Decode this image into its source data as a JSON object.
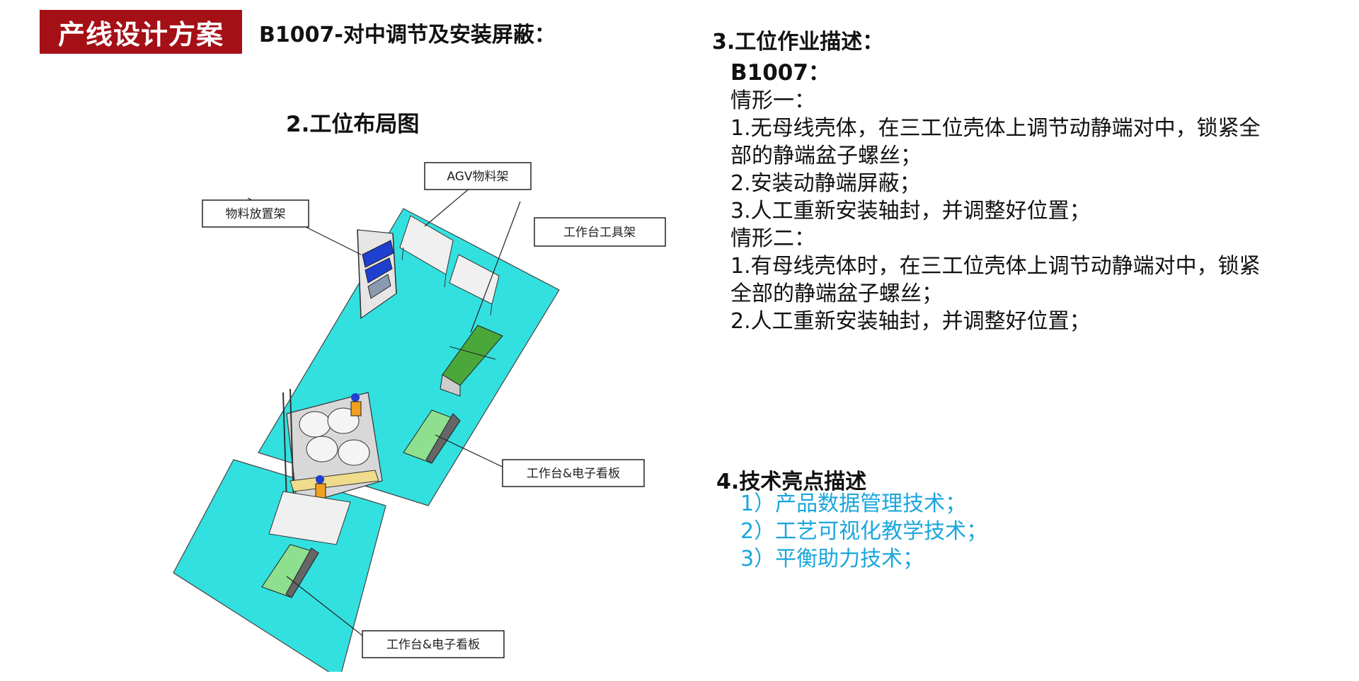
{
  "header": {
    "badge": "产线设计方案",
    "subtitle": "B1007-对中调节及安装屏蔽："
  },
  "layout_section": {
    "heading": "2.工位布局图",
    "callouts": {
      "agv_rack": "AGV物料架",
      "material_rack": "物料放置架",
      "tool_rack": "工作台工具架",
      "bench_board_1": "工作台&电子看板",
      "bench_board_2": "工作台&电子看板"
    },
    "colors": {
      "floor": "#33e0e0",
      "bench": "#8ee08e",
      "bin": "#1f3fd0",
      "worker": "#f0a020"
    }
  },
  "operation_section": {
    "heading": "3.工位作业描述：",
    "model": "B1007：",
    "lines": [
      "情形一：",
      "1.无母线壳体，在三工位壳体上调节动静端对中，锁紧全",
      "部的静端盆子螺丝；",
      "2.安装动静端屏蔽；",
      "3.人工重新安装轴封，并调整好位置；",
      "情形二：",
      "1.有母线壳体时，在三工位壳体上调节动静端对中，锁紧",
      "全部的静端盆子螺丝；",
      "2.人工重新安装轴封，并调整好位置；"
    ]
  },
  "tech_section": {
    "heading": "4.技术亮点描述",
    "items": [
      "1）产品数据管理技术；",
      "2）工艺可视化教学技术；",
      "3）平衡助力技术；"
    ],
    "color": "#1aa6dd"
  }
}
